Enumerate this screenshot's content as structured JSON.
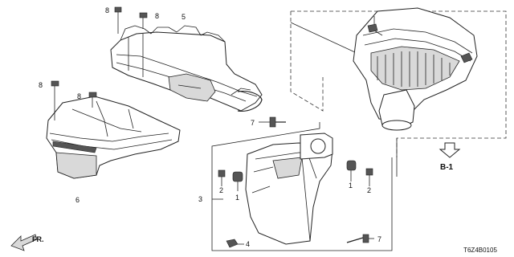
{
  "callouts": {
    "c8a": "8",
    "c8b": "8",
    "c8c": "8",
    "c8d": "8",
    "c5": "5",
    "c7a": "7",
    "c7b": "7",
    "c6": "6",
    "c3": "3",
    "c2a": "2",
    "c2b": "2",
    "c1a": "1",
    "c1b": "1",
    "c4": "4"
  },
  "reference": {
    "label": "B-1"
  },
  "direction": {
    "label": "FR."
  },
  "diagram_code": "T6Z4B0105"
}
